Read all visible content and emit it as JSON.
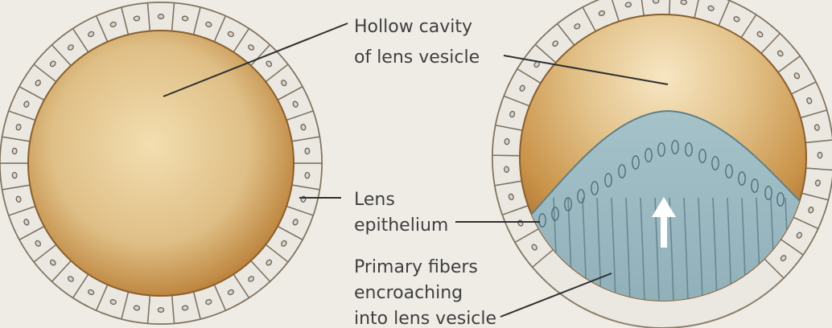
{
  "labels": {
    "hollow_cavity": {
      "line1": "Hollow cavity",
      "line2": "of lens vesicle"
    },
    "lens_epithelium": {
      "line1": "Lens",
      "line2": "epithelium"
    },
    "primary_fibers": {
      "line1": "Primary fibers",
      "line2": "encroaching",
      "line3": "into lens vesicle"
    }
  },
  "colors": {
    "background": "#efece6",
    "cell_fill": "#ebe8e2",
    "cell_border": "#7f725f",
    "cavity_dark": "#a76f32",
    "cavity_mid": "#d5a864",
    "cavity_light": "#f3deb0",
    "fiber_fill": "#96b7be",
    "fiber_line": "#5f7f89",
    "arrow": "#ffffff"
  }
}
